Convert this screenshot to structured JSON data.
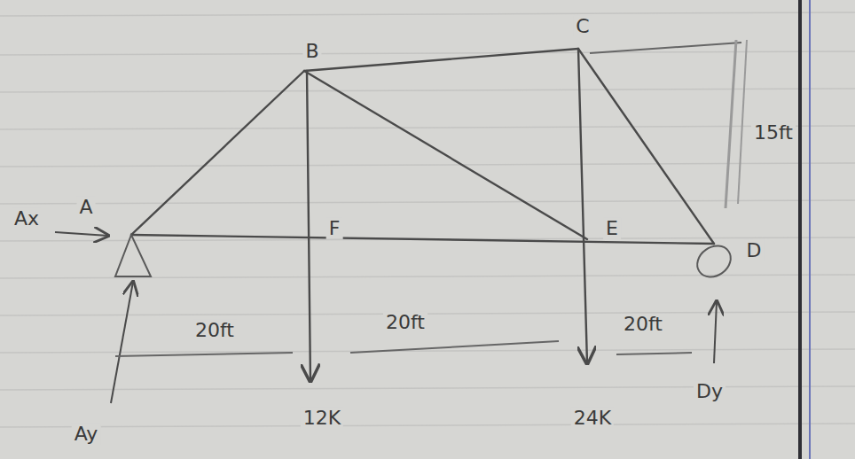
{
  "diagram": {
    "labels": [
      "A",
      "B",
      "C",
      "D",
      "E",
      "F",
      "Ax",
      "Ay",
      "Dy",
      "20ft",
      "20ft",
      "20ft",
      "12K",
      "24K",
      "15ft"
    ]
  }
}
